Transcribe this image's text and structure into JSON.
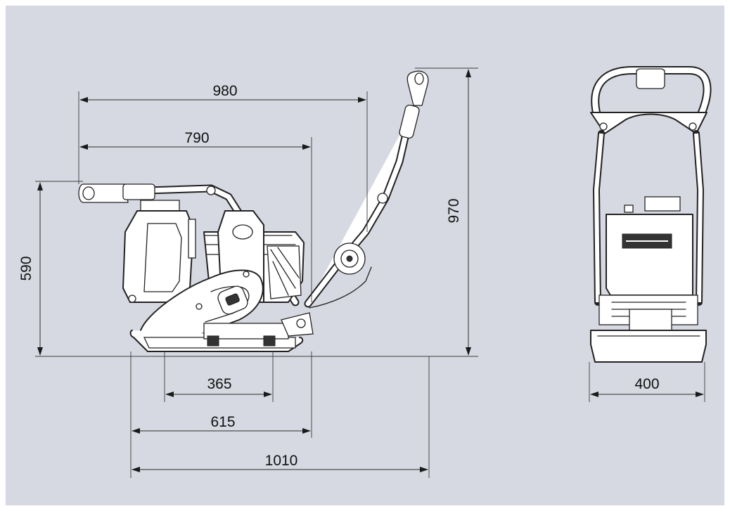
{
  "figure": {
    "colors": {
      "panel_background": "#d7d9e2",
      "line": "#2a2a2a",
      "machine_fill": "#ffffff"
    },
    "side_view": {
      "dimensions": {
        "overall_length_handle_down": "980",
        "length_to_engine": "790",
        "height_handle_down": "590",
        "overall_height_handle_up": "970",
        "plate_center": "365",
        "plate_length": "615",
        "overall_length": "1010"
      }
    },
    "front_view": {
      "dimensions": {
        "plate_width": "400"
      }
    }
  }
}
